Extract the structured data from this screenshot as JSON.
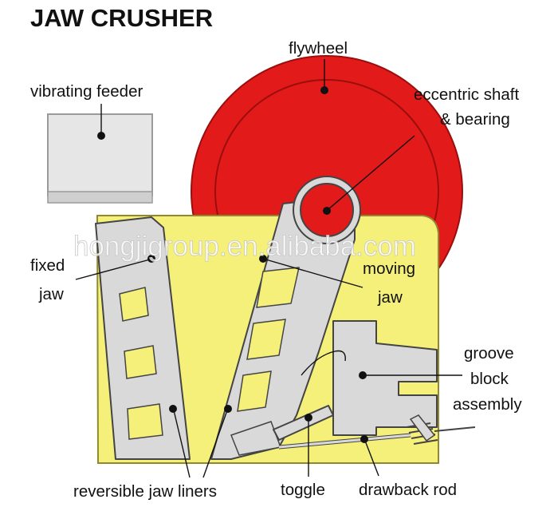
{
  "title": "JAW CRUSHER",
  "watermark": "hongjigroup.en.alibaba.com",
  "colors": {
    "frame_yellow": "#f5f07a",
    "flywheel_red": "#e31a1a",
    "part_gray": "#d9d9d9",
    "outline": "#444444"
  },
  "labels": {
    "flywheel": "flywheel",
    "eccentric_shaft_line1": "eccentric shaft",
    "eccentric_shaft_line2": "& bearing",
    "vibrating_feeder": "vibrating feeder",
    "fixed_jaw_line1": "fixed",
    "fixed_jaw_line2": "jaw",
    "moving_jaw_line1": "moving",
    "moving_jaw_line2": "jaw",
    "groove_block_line1": "groove",
    "groove_block_line2": "block",
    "groove_block_line3": "assembly",
    "reversible_jaw_liners": "reversible jaw liners",
    "toggle": "toggle",
    "drawback_rod": "drawback rod"
  }
}
